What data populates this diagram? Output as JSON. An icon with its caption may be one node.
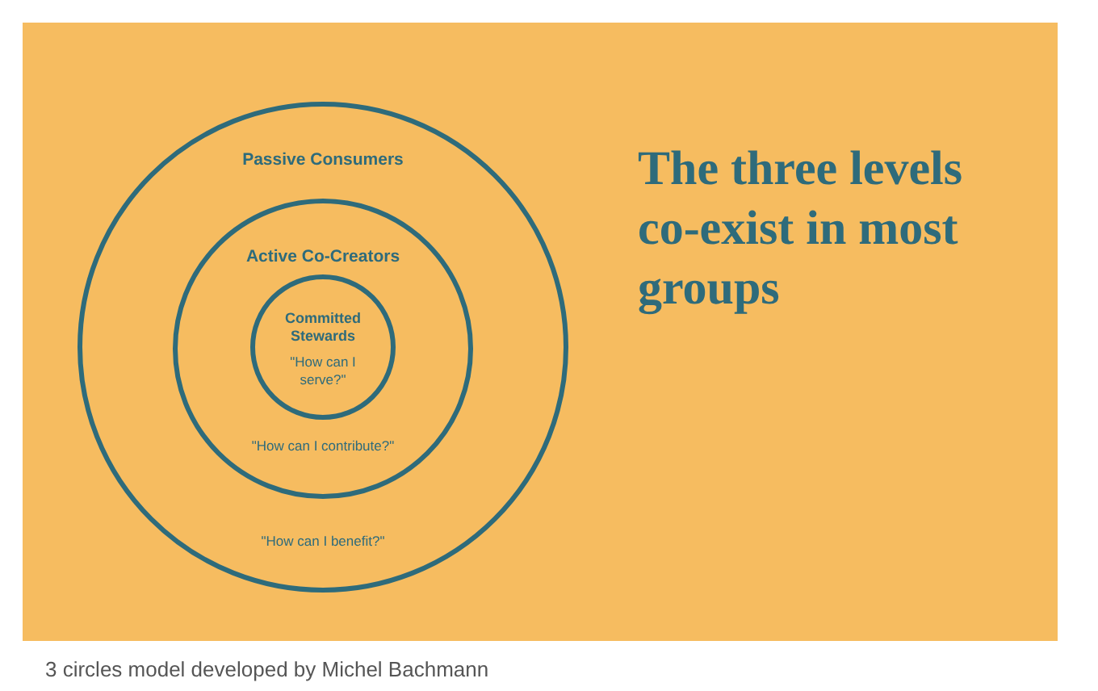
{
  "diagram": {
    "title": "The three levels co-exist in most groups",
    "caption": "3 circles model developed by Michel Bachmann",
    "nodes": [
      {
        "text": [
          "Passive Consumers",
          "\"How can I benefit?\""
        ]
      },
      {
        "text": [
          "Active Co-Creators",
          "\"How can I contribute?\""
        ],
        "in": 0
      },
      {
        "text": [
          "Committed Stewards",
          "\"How can I serve?\""
        ],
        "in": 1
      }
    ]
  }
}
